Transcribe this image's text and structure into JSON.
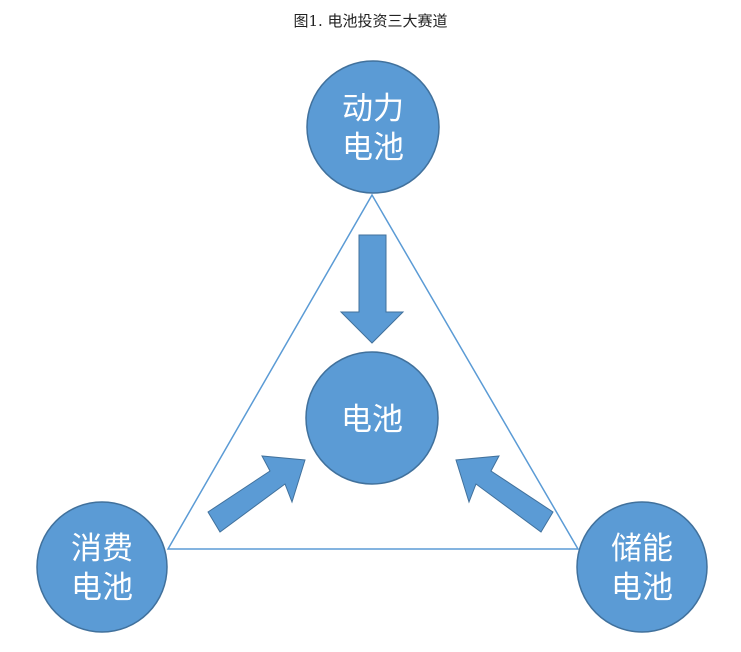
{
  "caption": "图1.  电池投资三大赛道",
  "center": {
    "label": "电池"
  },
  "nodes": {
    "top": {
      "line1": "动力",
      "line2": "电池"
    },
    "left": {
      "line1": "消费",
      "line2": "电池"
    },
    "right": {
      "line1": "储能",
      "line2": "电池"
    }
  },
  "colors": {
    "circle_fill": "#5b9bd5",
    "circle_stroke": "#41719c",
    "triangle": "#5b9bd5",
    "text": "#ffffff"
  }
}
